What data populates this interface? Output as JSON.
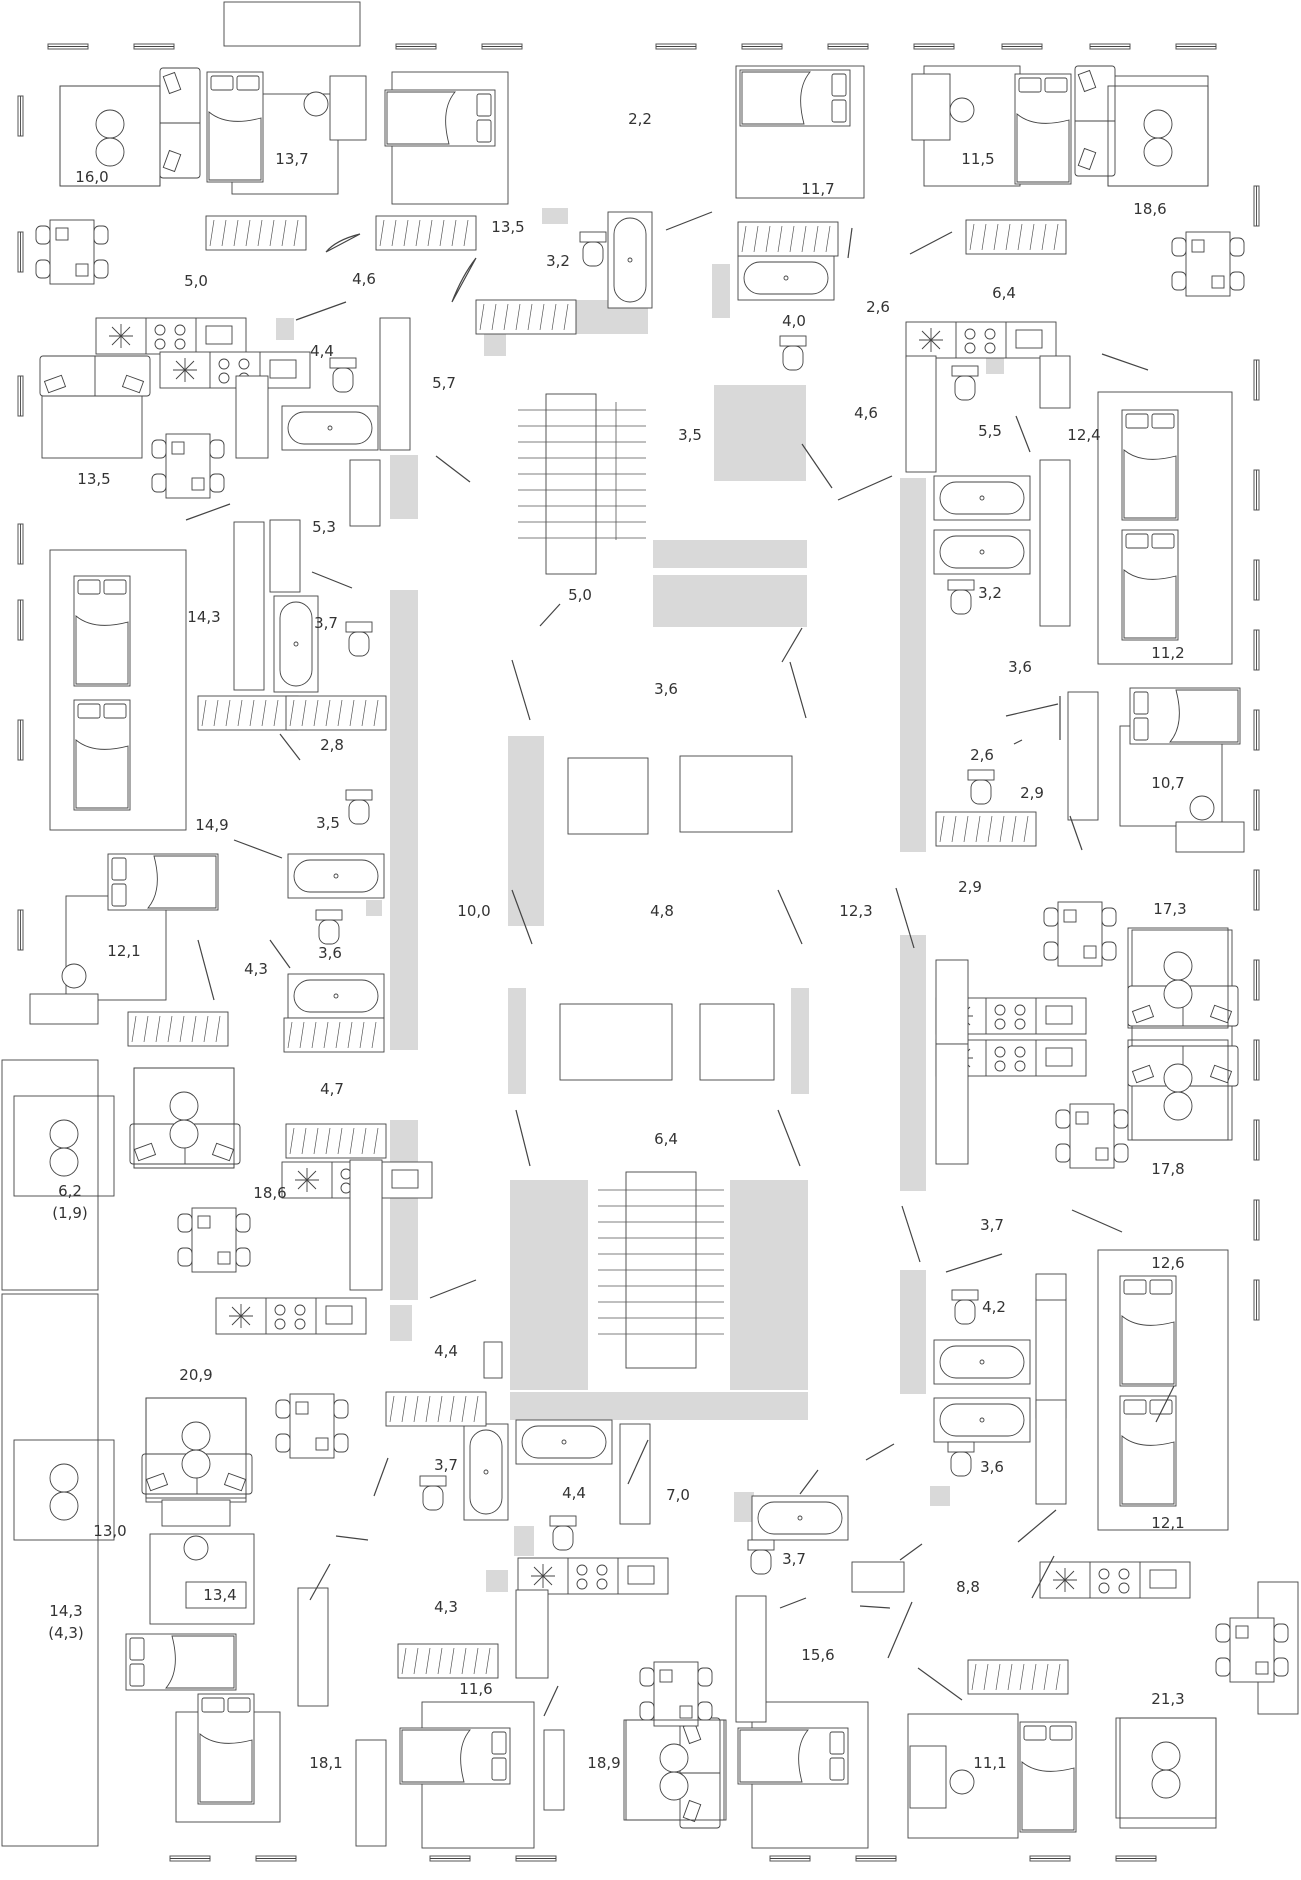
{
  "plan": {
    "room_labels": [
      {
        "id": "r1",
        "text": "16,0"
      },
      {
        "id": "r2",
        "text": "13,7"
      },
      {
        "id": "r3",
        "text": "13,5"
      },
      {
        "id": "r4",
        "text": "2,2"
      },
      {
        "id": "r5",
        "text": "3,2"
      },
      {
        "id": "r6",
        "text": "11,7"
      },
      {
        "id": "r7",
        "text": "11,5"
      },
      {
        "id": "r8",
        "text": "18,6"
      },
      {
        "id": "r9",
        "text": "5,0"
      },
      {
        "id": "r10",
        "text": "4,6"
      },
      {
        "id": "r11",
        "text": "4,0"
      },
      {
        "id": "r12",
        "text": "2,6"
      },
      {
        "id": "r13",
        "text": "6,4"
      },
      {
        "id": "r14",
        "text": "4,4"
      },
      {
        "id": "r15",
        "text": "5,7"
      },
      {
        "id": "r16",
        "text": "13,5"
      },
      {
        "id": "r17",
        "text": "3,5"
      },
      {
        "id": "r18",
        "text": "4,6"
      },
      {
        "id": "r19",
        "text": "5,5"
      },
      {
        "id": "r20",
        "text": "12,4"
      },
      {
        "id": "r21",
        "text": "5,3"
      },
      {
        "id": "r22",
        "text": "14,3"
      },
      {
        "id": "r23",
        "text": "3,7"
      },
      {
        "id": "r24",
        "text": "5,0"
      },
      {
        "id": "r25",
        "text": "3,2"
      },
      {
        "id": "r26",
        "text": "11,2"
      },
      {
        "id": "r27",
        "text": "3,6"
      },
      {
        "id": "r28",
        "text": "3,6"
      },
      {
        "id": "r29",
        "text": "2,8"
      },
      {
        "id": "r30",
        "text": "2,6"
      },
      {
        "id": "r31",
        "text": "2,9"
      },
      {
        "id": "r32",
        "text": "10,7"
      },
      {
        "id": "r33",
        "text": "3,5"
      },
      {
        "id": "r34",
        "text": "14,9"
      },
      {
        "id": "r35",
        "text": "2,9"
      },
      {
        "id": "r36",
        "text": "10,0"
      },
      {
        "id": "r37",
        "text": "4,8"
      },
      {
        "id": "r38",
        "text": "12,3"
      },
      {
        "id": "r39",
        "text": "17,3"
      },
      {
        "id": "r40",
        "text": "12,1"
      },
      {
        "id": "r41",
        "text": "4,3"
      },
      {
        "id": "r42",
        "text": "3,6"
      },
      {
        "id": "r43",
        "text": "4,7"
      },
      {
        "id": "r44",
        "text": "6,2"
      },
      {
        "id": "r45",
        "text": "(1,9)"
      },
      {
        "id": "r46",
        "text": "18,6"
      },
      {
        "id": "r47",
        "text": "6,4"
      },
      {
        "id": "r48",
        "text": "17,8"
      },
      {
        "id": "r49",
        "text": "3,7"
      },
      {
        "id": "r50",
        "text": "12,6"
      },
      {
        "id": "r51",
        "text": "4,2"
      },
      {
        "id": "r52",
        "text": "4,4"
      },
      {
        "id": "r53",
        "text": "20,9"
      },
      {
        "id": "r54",
        "text": "3,7"
      },
      {
        "id": "r55",
        "text": "4,4"
      },
      {
        "id": "r56",
        "text": "7,0"
      },
      {
        "id": "r57",
        "text": "3,6"
      },
      {
        "id": "r58",
        "text": "13,0"
      },
      {
        "id": "r59",
        "text": "13,4"
      },
      {
        "id": "r60",
        "text": "12,1"
      },
      {
        "id": "r61",
        "text": "14,3"
      },
      {
        "id": "r62",
        "text": "(4,3)"
      },
      {
        "id": "r63",
        "text": "4,3"
      },
      {
        "id": "r64",
        "text": "3,7"
      },
      {
        "id": "r65",
        "text": "8,8"
      },
      {
        "id": "r66",
        "text": "15,6"
      },
      {
        "id": "r67",
        "text": "21,3"
      },
      {
        "id": "r68",
        "text": "11,6"
      },
      {
        "id": "r69",
        "text": "18,1"
      },
      {
        "id": "r70",
        "text": "18,9"
      },
      {
        "id": "r71",
        "text": "11,1"
      }
    ]
  }
}
